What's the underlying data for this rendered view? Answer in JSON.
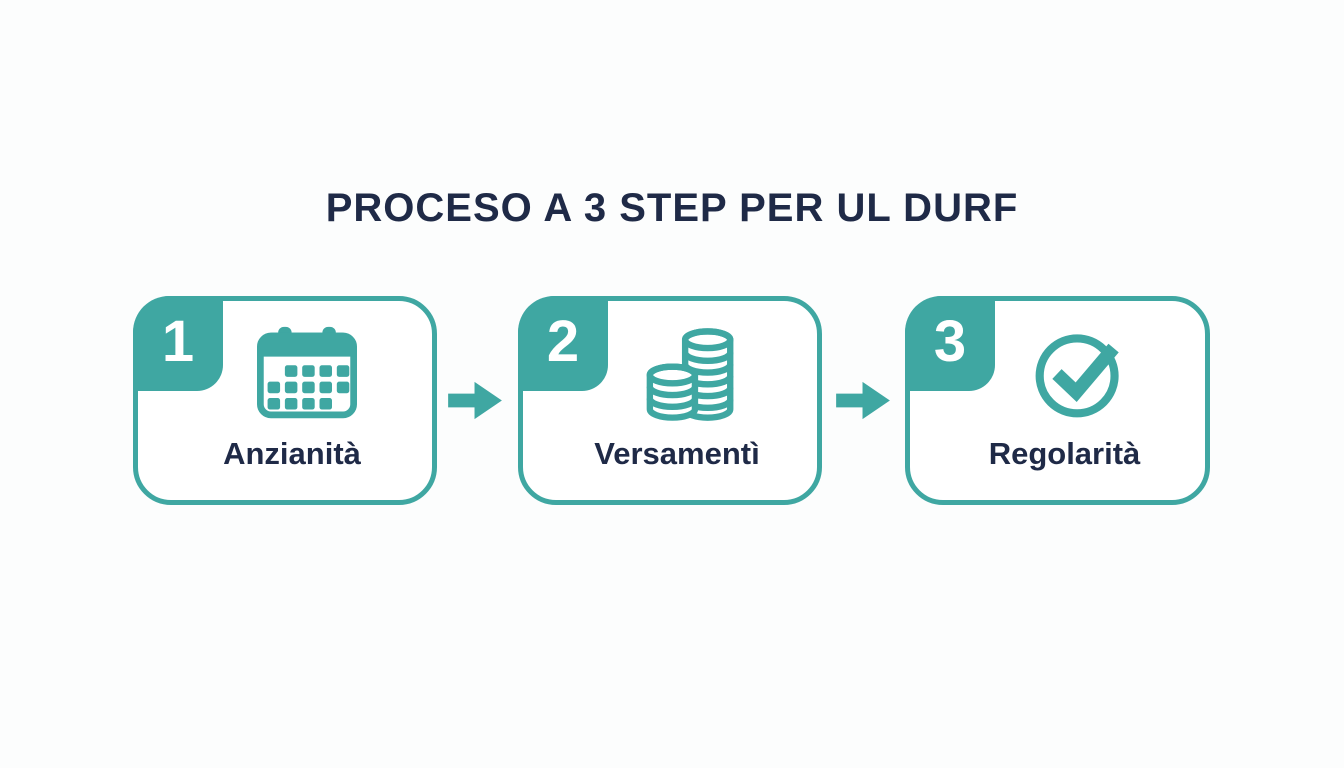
{
  "title": "PROCESO A 3 STEP PER UL DURF",
  "colors": {
    "teal": "#3fa7a2",
    "navy": "#1f2a47",
    "background": "#fcfdfd",
    "card_bg": "#ffffff",
    "badge_text": "#ffffff"
  },
  "steps": [
    {
      "number": "1",
      "label": "Anzianità",
      "icon": "calendar-icon"
    },
    {
      "number": "2",
      "label": "Versamentì",
      "icon": "coins-icon"
    },
    {
      "number": "3",
      "label": "Regolarità",
      "icon": "check-circle-icon"
    }
  ],
  "arrows": [
    {
      "icon": "arrow-right-icon"
    },
    {
      "icon": "arrow-right-icon"
    }
  ]
}
